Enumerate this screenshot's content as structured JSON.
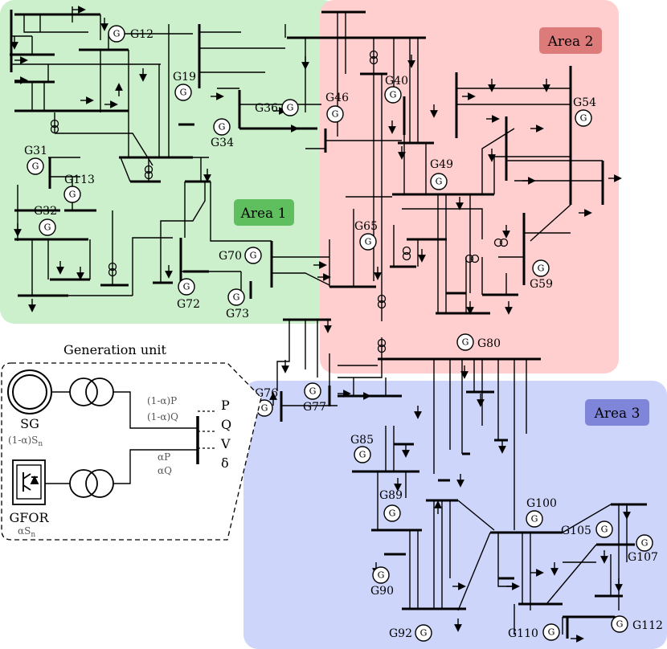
{
  "colors": {
    "area1": "#ccefcc",
    "area1_label_bg": "#5fbf5f",
    "area2": "#ffcfcf",
    "area2_label_bg": "#dd7a7a",
    "area3": "#cdd5fb",
    "area3_label_bg": "#7f86d9"
  },
  "areas": [
    {
      "label": "Area 1"
    },
    {
      "label": "Area 2"
    },
    {
      "label": "Area 3"
    }
  ],
  "generators": [
    "G12",
    "G19",
    "G31",
    "G113",
    "G32",
    "G34",
    "G36",
    "G46",
    "G40",
    "G54",
    "G49",
    "G65",
    "G70",
    "G72",
    "G73",
    "G59",
    "G80",
    "G76",
    "G77",
    "G85",
    "G89",
    "G100",
    "G105",
    "G107",
    "G90",
    "G92",
    "G110",
    "G112"
  ],
  "gen_symbol": "G",
  "inset": {
    "title": "Generation unit",
    "sg_label": "SG",
    "sg_rating": "(1-α)S",
    "sg_rating_sub": "n",
    "gfor_label": "GFOR",
    "gfor_rating": "αS",
    "gfor_rating_sub": "n",
    "sg_p": "(1-α)P",
    "sg_q": "(1-α)Q",
    "gfor_p": "αP",
    "gfor_q": "αQ",
    "out_p": "P",
    "out_q": "Q",
    "out_v": "V",
    "out_d": "δ"
  }
}
